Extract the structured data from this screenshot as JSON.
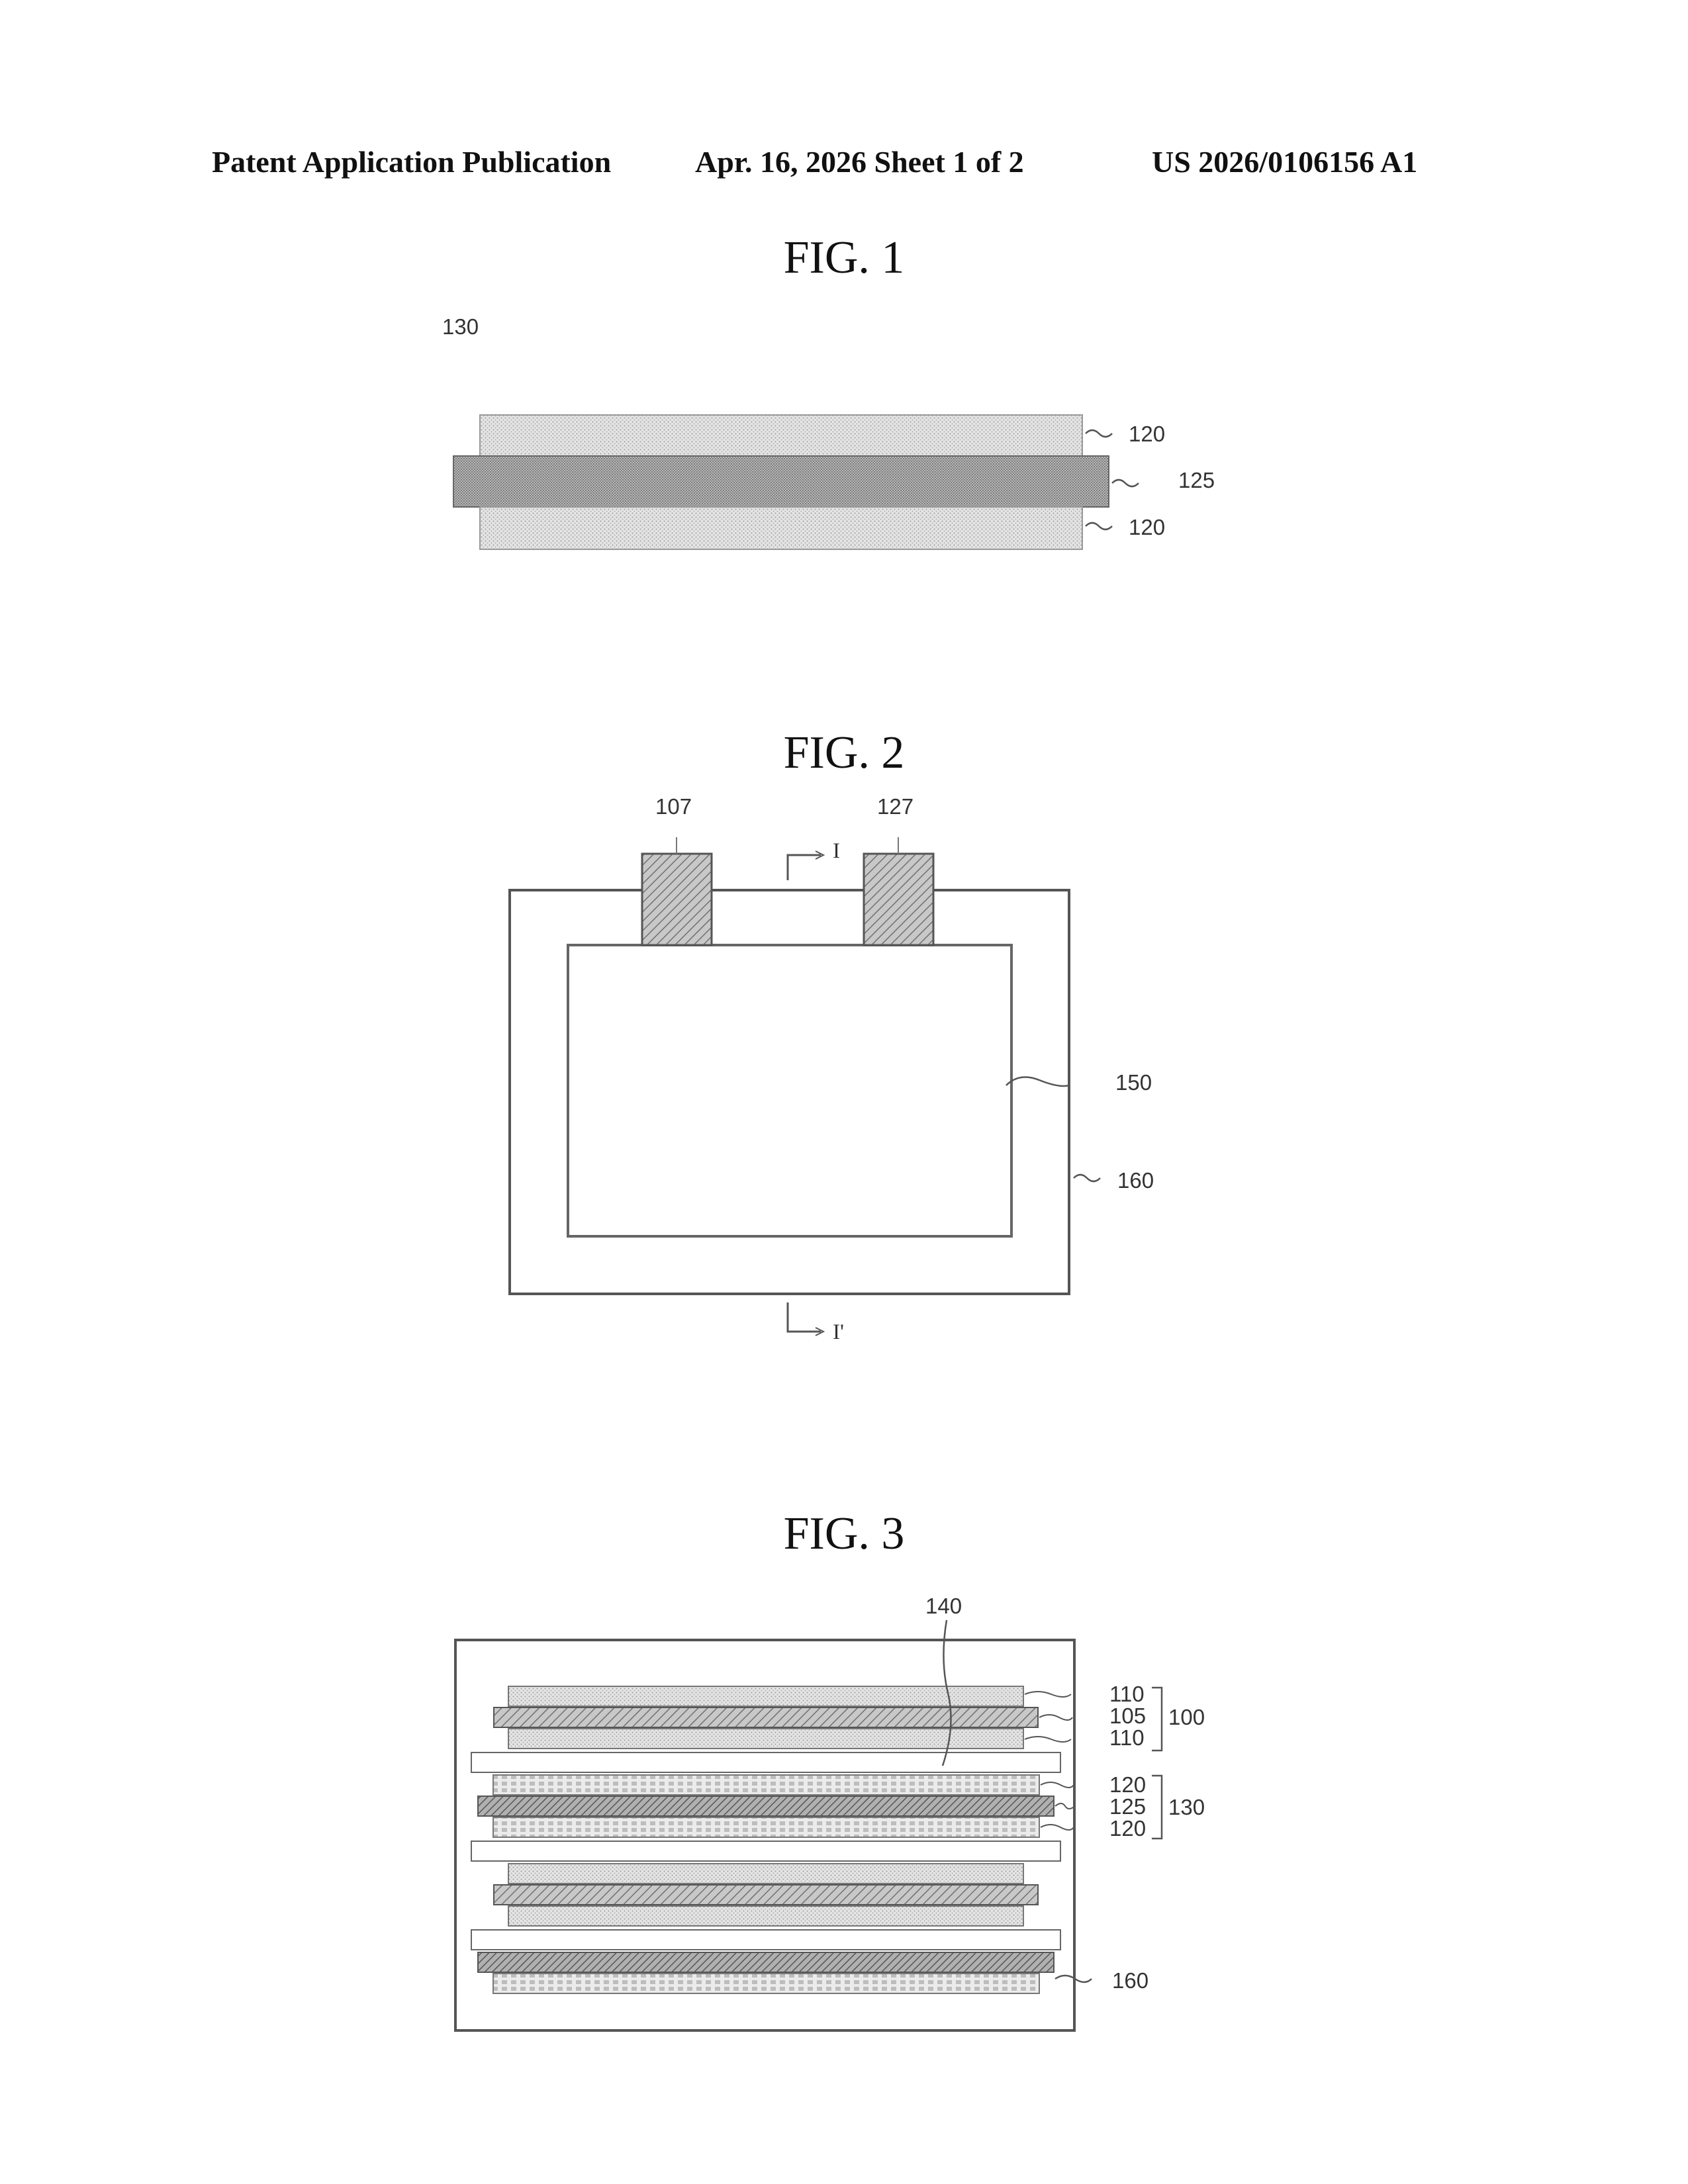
{
  "header": {
    "left": "Patent Application Publication",
    "middle": "Apr. 16, 2026  Sheet 1 of 2",
    "right": "US 2026/0106156 A1"
  },
  "fig1": {
    "title": "FIG. 1",
    "labels": {
      "assembly": "130",
      "top_layer": "120",
      "middle_layer": "125",
      "bottom_layer": "120"
    }
  },
  "fig2": {
    "title": "FIG. 2",
    "labels": {
      "tab_left": "107",
      "tab_right": "127",
      "section_top": "I",
      "section_bottom": "I'",
      "electrode_assembly": "150",
      "case": "160"
    }
  },
  "fig3": {
    "title": "FIG. 3",
    "labels": {
      "separator": "140",
      "l110a": "110",
      "l105": "105",
      "l110b": "110",
      "group1": "100",
      "l120a": "120",
      "l125": "125",
      "l120b": "120",
      "group2": "130",
      "case": "160"
    }
  }
}
